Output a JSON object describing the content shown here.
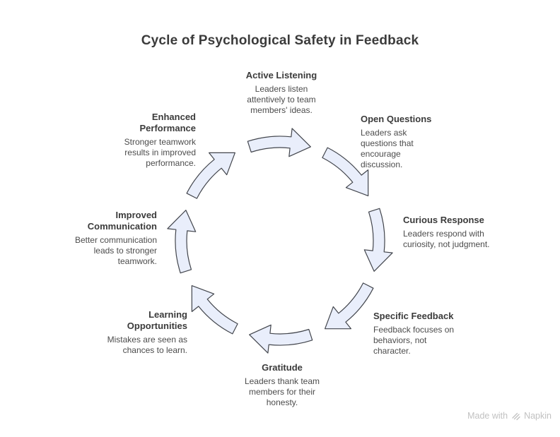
{
  "title": "Cycle of Psychological Safety in Feedback",
  "diagram": {
    "type": "cycle",
    "direction": "clockwise",
    "steps": 8
  },
  "nodes": [
    {
      "title": "Active Listening",
      "desc": "Leaders listen attentively to team members' ideas."
    },
    {
      "title": "Open Questions",
      "desc": "Leaders ask questions that encourage discussion."
    },
    {
      "title": "Curious Response",
      "desc": "Leaders respond with curiosity, not judgment."
    },
    {
      "title": "Specific Feedback",
      "desc": "Feedback focuses on behaviors, not character."
    },
    {
      "title": "Gratitude",
      "desc": "Leaders thank team members for their honesty."
    },
    {
      "title": "Learning Opportunities",
      "desc": "Mistakes are seen as chances to learn."
    },
    {
      "title": "Improved Communication",
      "desc": "Better communication leads to stronger teamwork."
    },
    {
      "title": "Enhanced Performance",
      "desc": "Stronger teamwork results in improved performance."
    }
  ],
  "watermark": {
    "made_with": "Made with",
    "brand": "Napkin"
  },
  "colors": {
    "arrow_fill": "#e9eefb",
    "arrow_stroke": "#42454c",
    "title_color": "#3b3b3b",
    "desc_color": "#4c4c4c",
    "watermark_color": "#c1c1c1"
  }
}
